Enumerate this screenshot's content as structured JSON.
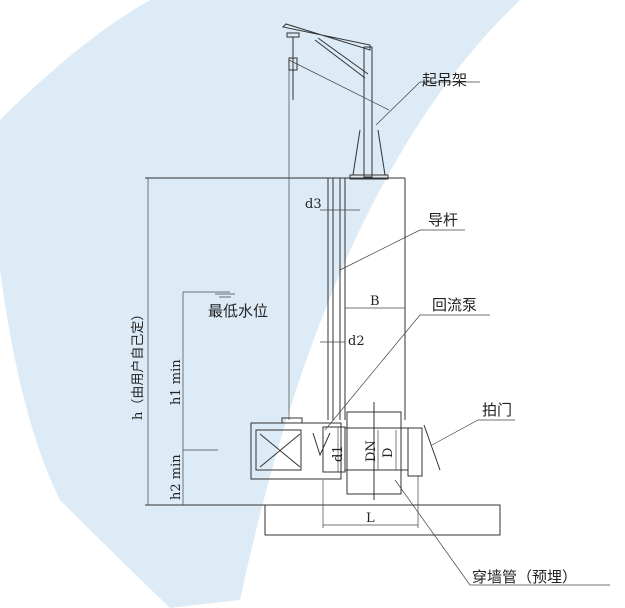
{
  "labels": {
    "crane": "起吊架",
    "guide_rod": "导杆",
    "min_water_level": "最低水位",
    "return_pump": "回流泵",
    "flap_valve": "拍门",
    "wall_pipe": "穿墙管（预埋）"
  },
  "dimensions": {
    "h": "h（由用户自己定）",
    "h1": "h1 min",
    "h2": "h2 min",
    "d3": "d3",
    "d2": "d2",
    "d1": "d1",
    "B": "B",
    "DN": "DN",
    "D": "D",
    "L": "L"
  },
  "colors": {
    "background_band": "#dcebf6",
    "line": "#333333"
  }
}
